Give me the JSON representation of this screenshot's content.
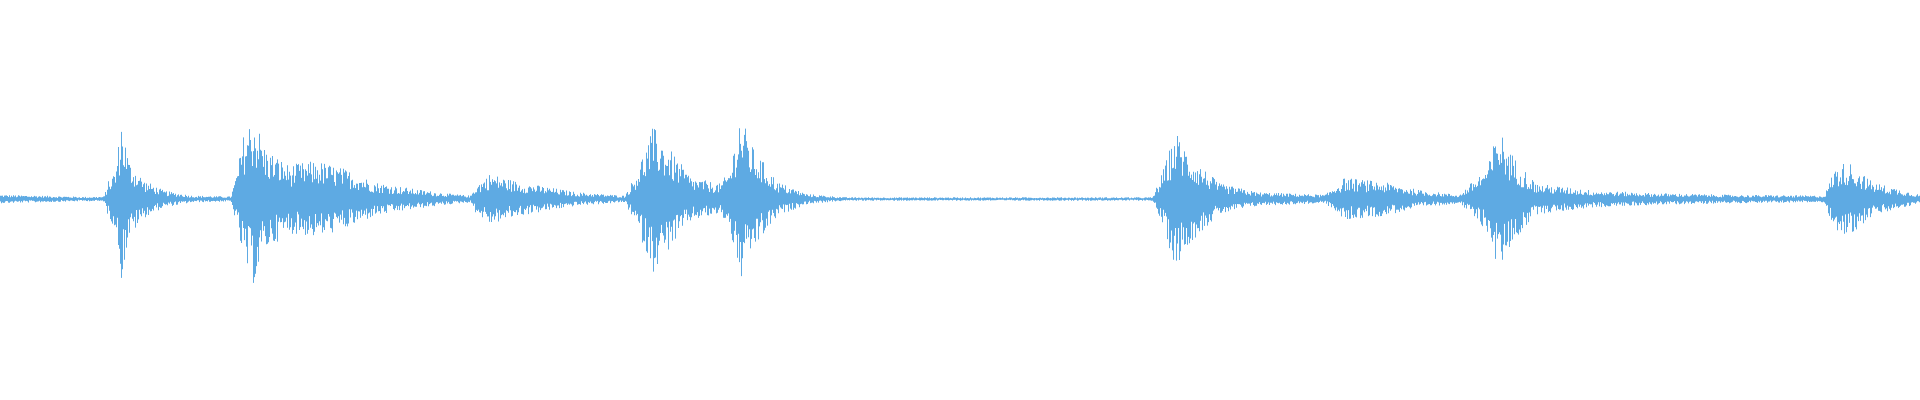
{
  "waveform": {
    "color": "#5eaae3",
    "background": "#ffffff",
    "duration_units": "normalized",
    "envelope": [
      [
        0.0,
        0.05
      ],
      [
        0.02,
        0.04
      ],
      [
        0.045,
        0.025
      ],
      [
        0.054,
        0.03
      ],
      [
        0.056,
        0.2
      ],
      [
        0.06,
        0.35
      ],
      [
        0.063,
        0.95
      ],
      [
        0.067,
        0.45
      ],
      [
        0.075,
        0.22
      ],
      [
        0.085,
        0.1
      ],
      [
        0.1,
        0.04
      ],
      [
        0.12,
        0.03
      ],
      [
        0.123,
        0.3
      ],
      [
        0.127,
        0.8
      ],
      [
        0.132,
        1.0
      ],
      [
        0.138,
        0.6
      ],
      [
        0.15,
        0.4
      ],
      [
        0.165,
        0.45
      ],
      [
        0.18,
        0.35
      ],
      [
        0.195,
        0.2
      ],
      [
        0.215,
        0.12
      ],
      [
        0.235,
        0.06
      ],
      [
        0.245,
        0.04
      ],
      [
        0.247,
        0.15
      ],
      [
        0.255,
        0.3
      ],
      [
        0.27,
        0.2
      ],
      [
        0.285,
        0.14
      ],
      [
        0.3,
        0.08
      ],
      [
        0.325,
        0.04
      ],
      [
        0.33,
        0.25
      ],
      [
        0.34,
        0.85
      ],
      [
        0.348,
        0.6
      ],
      [
        0.36,
        0.25
      ],
      [
        0.375,
        0.18
      ],
      [
        0.38,
        0.35
      ],
      [
        0.385,
        1.0
      ],
      [
        0.392,
        0.6
      ],
      [
        0.405,
        0.2
      ],
      [
        0.42,
        0.06
      ],
      [
        0.44,
        0.02
      ],
      [
        0.5,
        0.02
      ],
      [
        0.54,
        0.02
      ],
      [
        0.56,
        0.02
      ],
      [
        0.6,
        0.02
      ],
      [
        0.605,
        0.3
      ],
      [
        0.612,
        0.8
      ],
      [
        0.62,
        0.5
      ],
      [
        0.635,
        0.18
      ],
      [
        0.655,
        0.08
      ],
      [
        0.69,
        0.05
      ],
      [
        0.7,
        0.25
      ],
      [
        0.72,
        0.2
      ],
      [
        0.74,
        0.1
      ],
      [
        0.76,
        0.05
      ],
      [
        0.775,
        0.4
      ],
      [
        0.78,
        0.85
      ],
      [
        0.788,
        0.5
      ],
      [
        0.8,
        0.18
      ],
      [
        0.83,
        0.1
      ],
      [
        0.86,
        0.07
      ],
      [
        0.9,
        0.05
      ],
      [
        0.95,
        0.04
      ],
      [
        0.955,
        0.35
      ],
      [
        0.962,
        0.45
      ],
      [
        0.975,
        0.2
      ],
      [
        1.0,
        0.05
      ]
    ]
  }
}
